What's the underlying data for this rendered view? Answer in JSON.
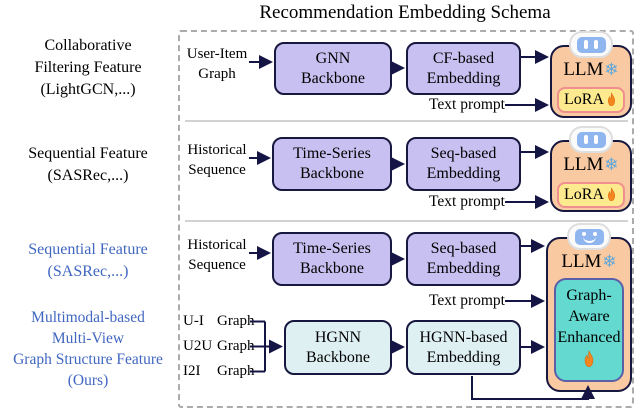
{
  "title": "Recommendation Embedding Schema",
  "left_labels": [
    {
      "text": "Collaborative\nFiltering Feature\n(LightGCN,...)",
      "color": "black"
    },
    {
      "text": "Sequential Feature\n(SASRec,...)",
      "color": "black"
    },
    {
      "text": "Sequential Feature\n(SASRec,...)",
      "color": "blue"
    },
    {
      "text": "Multimodal-based\nMulti-View\nGraph Structure Feature\n(Ours)",
      "color": "blue"
    }
  ],
  "pipeline_rows": [
    {
      "input": "User-Item\nGraph",
      "backbone": "GNN\nBackbone",
      "embedding": "CF-based\nEmbedding",
      "text_prompt": "Text prompt"
    },
    {
      "input": "Historical\nSequence",
      "backbone": "Time-Series\nBackbone",
      "embedding": "Seq-based\nEmbedding",
      "text_prompt": "Text prompt"
    },
    {
      "input": "Historical\nSequence",
      "backbone": "Time-Series\nBackbone",
      "embedding": "Seq-based\nEmbedding",
      "text_prompt": "Text prompt"
    }
  ],
  "graph_inputs": [
    {
      "prefix": "U-I",
      "label": "Graph"
    },
    {
      "prefix": "U2U",
      "label": "Graph"
    },
    {
      "prefix": "I2I",
      "label": "Graph"
    }
  ],
  "hgnn": {
    "backbone": "HGNN\nBackbone",
    "embedding": "HGNN-based\nEmbedding"
  },
  "llm_units": [
    {
      "llm": "LLM",
      "adapter": "LoRA"
    },
    {
      "llm": "LLM",
      "adapter": "LoRA"
    },
    {
      "llm": "LLM",
      "adapter": "Graph-\nAware\nEnhanced"
    }
  ],
  "icons": {
    "snowflake": "❄"
  },
  "colors": {
    "navy": "#17173f",
    "arrow": "#141445",
    "purple-fill": "#c8c0f0",
    "cyan-fill": "#dff0f3",
    "teal-fill": "#63d9cf",
    "teal-border": "#5a5fa8",
    "llm-fill": "#f9c9a1",
    "lora-fill": "#fde98e",
    "lora-border": "#ef8f8f",
    "label-blue": "#4067c0",
    "snow": "#5fa8dc",
    "flame": "#f5861f",
    "robot-blue": "#8fb6ee",
    "sep": "#d2d2d2",
    "dash": "#ababab"
  }
}
